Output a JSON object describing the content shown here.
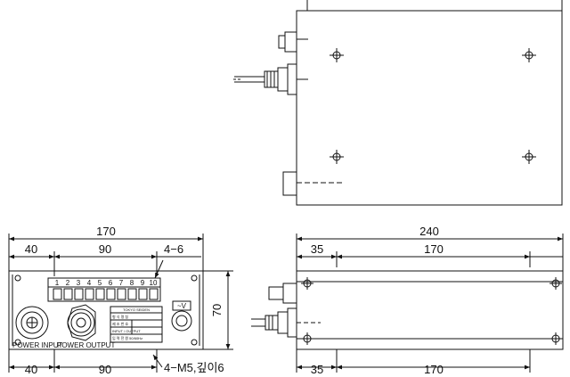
{
  "front_view": {
    "dims": {
      "overall_width": "170",
      "left_offset_top": "40",
      "terminal_span": "90",
      "hole_note_top": "4−6",
      "height": "70",
      "left_offset_bottom": "40",
      "span_bottom": "90",
      "hole_note_bottom": "4−M5,깊이6"
    },
    "terminal_numbers": [
      "1",
      "2",
      "3",
      "4",
      "5",
      "6",
      "7",
      "8",
      "9",
      "10"
    ],
    "labels": {
      "power_input": "POWER INPUT",
      "power_output": "POWER OUTPUT",
      "voltage_tag": "~V"
    },
    "nameplate": {
      "title": "TOKYO SEIDEN",
      "rows": [
        "형 식 명 칭",
        "제 조 번 호",
        "INPUT / OUTPUT",
        "입 력 전 원    50/60Hz"
      ]
    }
  },
  "side_view": {
    "dims": {
      "overall_length": "240",
      "left_offset_top": "35",
      "hole_span_top": "170",
      "left_offset_bottom": "35",
      "hole_span_bottom": "170"
    }
  }
}
